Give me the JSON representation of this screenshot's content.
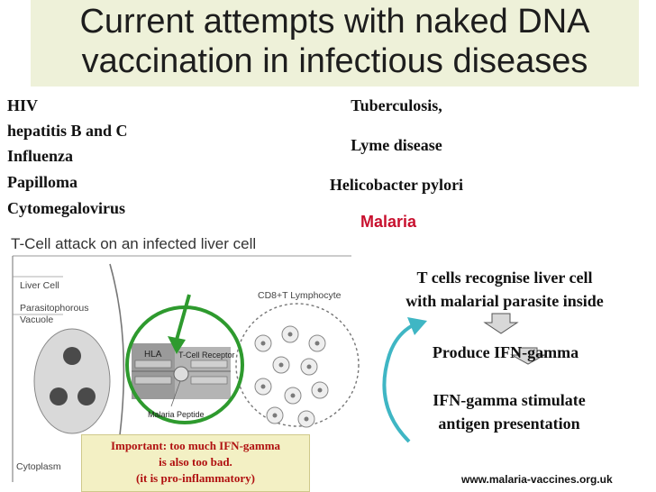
{
  "slide": {
    "title_line1": "Current attempts with naked DNA",
    "title_line2": "vaccination in infectious diseases"
  },
  "diseases_left": [
    "HIV",
    "hepatitis B and C",
    "Influenza",
    "Papilloma",
    "Cytomegalovirus"
  ],
  "diseases_right": [
    "Tuberculosis,",
    "Lyme disease",
    "Helicobacter pylori"
  ],
  "malaria_label": "Malaria",
  "diagram": {
    "title": "T-Cell attack on an infected liver cell",
    "liver_cell": "Liver Cell",
    "vacuole_line1": "Parasitophorous",
    "vacuole_line2": "Vacuole",
    "cytoplasm": "Cytoplasm",
    "lymphocyte": "CD8+T Lymphocyte",
    "hla": "HLA",
    "t_cell_receptor": "T-Cell Receptor",
    "malaria_peptide": "Malaria Peptide"
  },
  "flow": {
    "step1_line1": "T cells recognise liver cell",
    "step1_line2": "with malarial parasite inside",
    "step2": "Produce IFN-gamma",
    "step3_line1": "IFN-gamma stimulate",
    "step3_line2": "antigen presentation"
  },
  "warning": {
    "line1": "Important: too much IFN-gamma",
    "line2": "is also too bad.",
    "line3": "(it is pro-inflammatory)"
  },
  "source_url": "www.malaria-vaccines.org.uk",
  "colors": {
    "title_bg": "#eef1d9",
    "malaria_red": "#c8102e",
    "highlight_green": "#2e9a2e",
    "arrow_fill": "#d8d8d8",
    "warning_bg": "#f3f0c4",
    "warning_text": "#b01010"
  }
}
